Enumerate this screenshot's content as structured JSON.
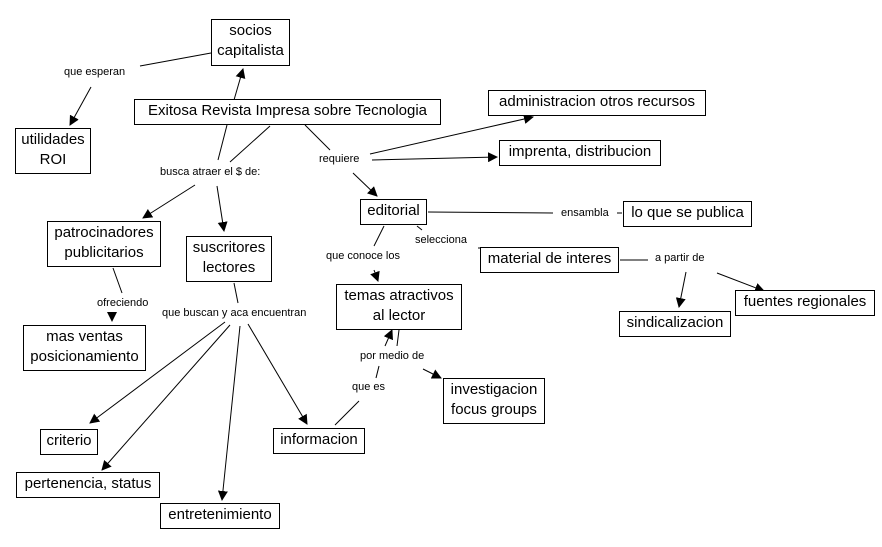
{
  "concept_map": {
    "nodes": {
      "socios": [
        "socios",
        "capitalista"
      ],
      "utilidades": [
        "utilidades",
        "ROI"
      ],
      "revista": [
        "Exitosa Revista Impresa sobre Tecnologia"
      ],
      "admin": [
        "administracion otros recursos"
      ],
      "imprenta": [
        "imprenta, distribucion"
      ],
      "editorial": [
        "editorial"
      ],
      "loque": [
        "lo que se publica"
      ],
      "patrocinadores": [
        "patrocinadores",
        "publicitarios"
      ],
      "suscritores": [
        "suscritores",
        "lectores"
      ],
      "material": [
        "material de interes"
      ],
      "temas": [
        "temas atractivos",
        "al lector"
      ],
      "fuentes": [
        "fuentes regionales"
      ],
      "sindicalizacion": [
        "sindicalizacion"
      ],
      "masventas": [
        "mas ventas",
        "posicionamiento"
      ],
      "investigacion": [
        "investigacion",
        "focus groups"
      ],
      "criterio": [
        "criterio"
      ],
      "informacion": [
        "informacion"
      ],
      "pertenencia": [
        "pertenencia, status"
      ],
      "entretenimiento": [
        "entretenimiento"
      ]
    },
    "link_labels": {
      "que_esperan": "que esperan",
      "busca_atraer": "busca atraer el $ de:",
      "requiere": "requiere",
      "ensambla": "ensambla",
      "selecciona": "selecciona",
      "que_conoce": "que conoce los",
      "a_partir_de": "a partir de",
      "ofreciendo": "ofreciendo",
      "que_buscan": "que buscan y aca encuentran",
      "por_medio_de": "por medio de",
      "que_es": "que es"
    },
    "connections": [
      {
        "from": "revista",
        "to": "socios",
        "label": null
      },
      {
        "from": "socios",
        "to": "que_esperan"
      },
      {
        "from": "que_esperan",
        "to": "utilidades"
      },
      {
        "from": "revista",
        "to": "busca_atraer"
      },
      {
        "from": "busca_atraer",
        "to": "patrocinadores"
      },
      {
        "from": "busca_atraer",
        "to": "suscritores"
      },
      {
        "from": "revista",
        "to": "requiere"
      },
      {
        "from": "requiere",
        "to": "admin"
      },
      {
        "from": "requiere",
        "to": "imprenta"
      },
      {
        "from": "requiere",
        "to": "editorial"
      },
      {
        "from": "editorial",
        "to": "ensambla"
      },
      {
        "from": "ensambla",
        "to": "loque"
      },
      {
        "from": "editorial",
        "to": "selecciona"
      },
      {
        "from": "selecciona",
        "to": "material"
      },
      {
        "from": "editorial",
        "to": "que_conoce"
      },
      {
        "from": "que_conoce",
        "to": "temas"
      },
      {
        "from": "material",
        "to": "a_partir_de"
      },
      {
        "from": "a_partir_de",
        "to": "sindicalizacion"
      },
      {
        "from": "a_partir_de",
        "to": "fuentes"
      },
      {
        "from": "patrocinadores",
        "to": "ofreciendo"
      },
      {
        "from": "ofreciendo",
        "to": "masventas"
      },
      {
        "from": "suscritores",
        "to": "que_buscan"
      },
      {
        "from": "que_buscan",
        "to": "criterio"
      },
      {
        "from": "que_buscan",
        "to": "pertenencia"
      },
      {
        "from": "que_buscan",
        "to": "entretenimiento"
      },
      {
        "from": "que_buscan",
        "to": "informacion"
      },
      {
        "from": "temas",
        "to": "por_medio_de"
      },
      {
        "from": "por_medio_de",
        "to": "investigacion"
      },
      {
        "from": "informacion",
        "to": "que_es"
      },
      {
        "from": "que_es",
        "to": "temas"
      }
    ]
  }
}
